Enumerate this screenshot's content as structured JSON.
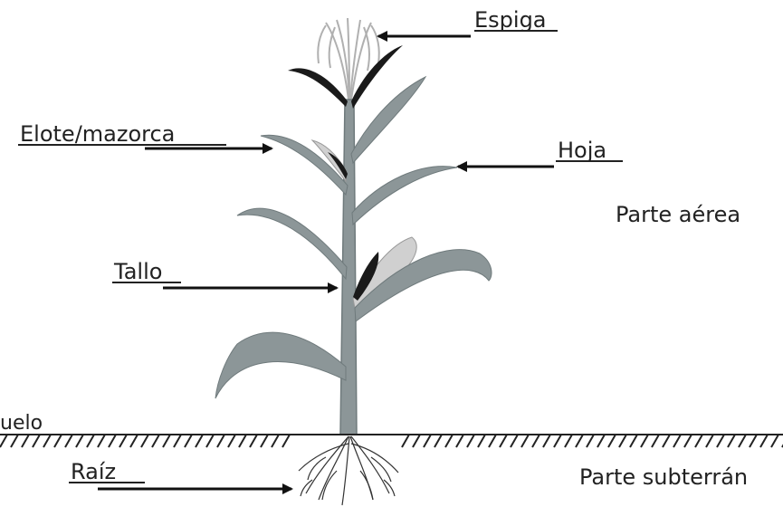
{
  "labels": {
    "espiga": "Espiga",
    "elote": "Elote/mazorca",
    "hoja": "Hoja",
    "parte_aerea": "Parte aérea",
    "tallo": "Tallo",
    "suelo": "uelo",
    "raiz": "Raíz",
    "parte_subterranea": "Parte subterrán"
  },
  "colors": {
    "leaf": "#8c9698",
    "leaf_dark": "#6f7a7c",
    "ear_dark": "#1a1a1a",
    "tassel": "#b5b5b5",
    "ground": "#333333",
    "arrow": "#111111"
  }
}
